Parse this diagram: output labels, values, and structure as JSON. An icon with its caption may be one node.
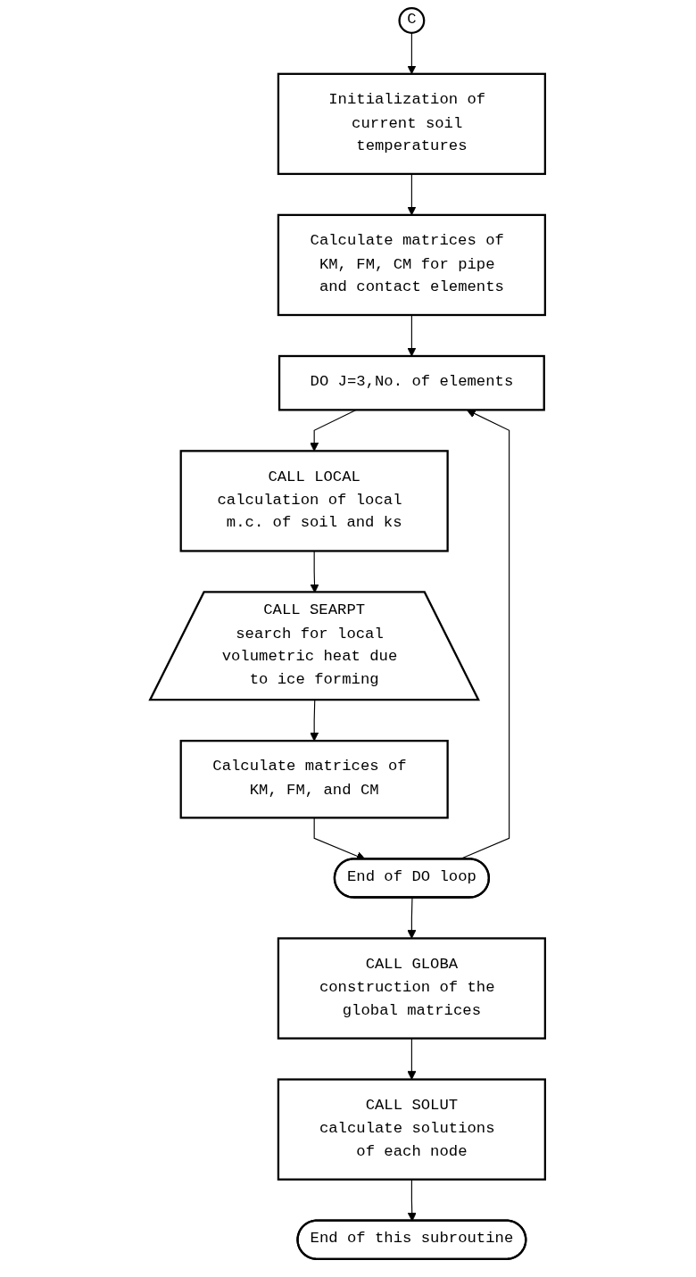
{
  "diagram": {
    "nodes": [
      {
        "text": [
          "C"
        ]
      },
      {
        "text": [
          "Initialization of current soil temperatures"
        ]
      },
      {
        "text": [
          "Calculate matrices of KM, FM, CM for pipe and contact elements"
        ]
      },
      {
        "text": [
          "DO J=3,No. of elements"
        ]
      },
      {
        "text": [
          "CALL LOCAL",
          "calculation of local m.c. of soil and ks"
        ]
      },
      {
        "text": [
          "CALL SEARPT",
          "search for local volumetric heat due to ice forming"
        ]
      },
      {
        "text": [
          "Calculate matrices of KM, FM, and CM"
        ]
      },
      {
        "text": [
          "End of DO loop"
        ]
      },
      {
        "text": [
          "CALL GLOBA",
          "construction of the global matrices"
        ]
      },
      {
        "text": [
          "CALL SOLUT",
          "calculate solutions of each node"
        ]
      },
      {
        "text": [
          "End of this subroutine"
        ]
      }
    ],
    "edges": [
      {
        "from": 0,
        "to": 1,
        "arrow": "to"
      },
      {
        "from": 1,
        "to": 2,
        "arrow": "to"
      },
      {
        "from": 2,
        "to": 3,
        "arrow": "to"
      },
      {
        "from": 3,
        "to": 4,
        "arrow": "to"
      },
      {
        "from": 4,
        "to": 5,
        "arrow": "to"
      },
      {
        "from": 5,
        "to": 6,
        "arrow": "to"
      },
      {
        "from": 6,
        "to": 7,
        "arrow": "to"
      },
      {
        "from": 7,
        "to": 3,
        "arrow": "to"
      },
      {
        "from": 7,
        "to": 8,
        "arrow": "to"
      },
      {
        "from": 8,
        "to": 9,
        "arrow": "to"
      },
      {
        "from": 9,
        "to": 10,
        "arrow": "to"
      }
    ]
  }
}
